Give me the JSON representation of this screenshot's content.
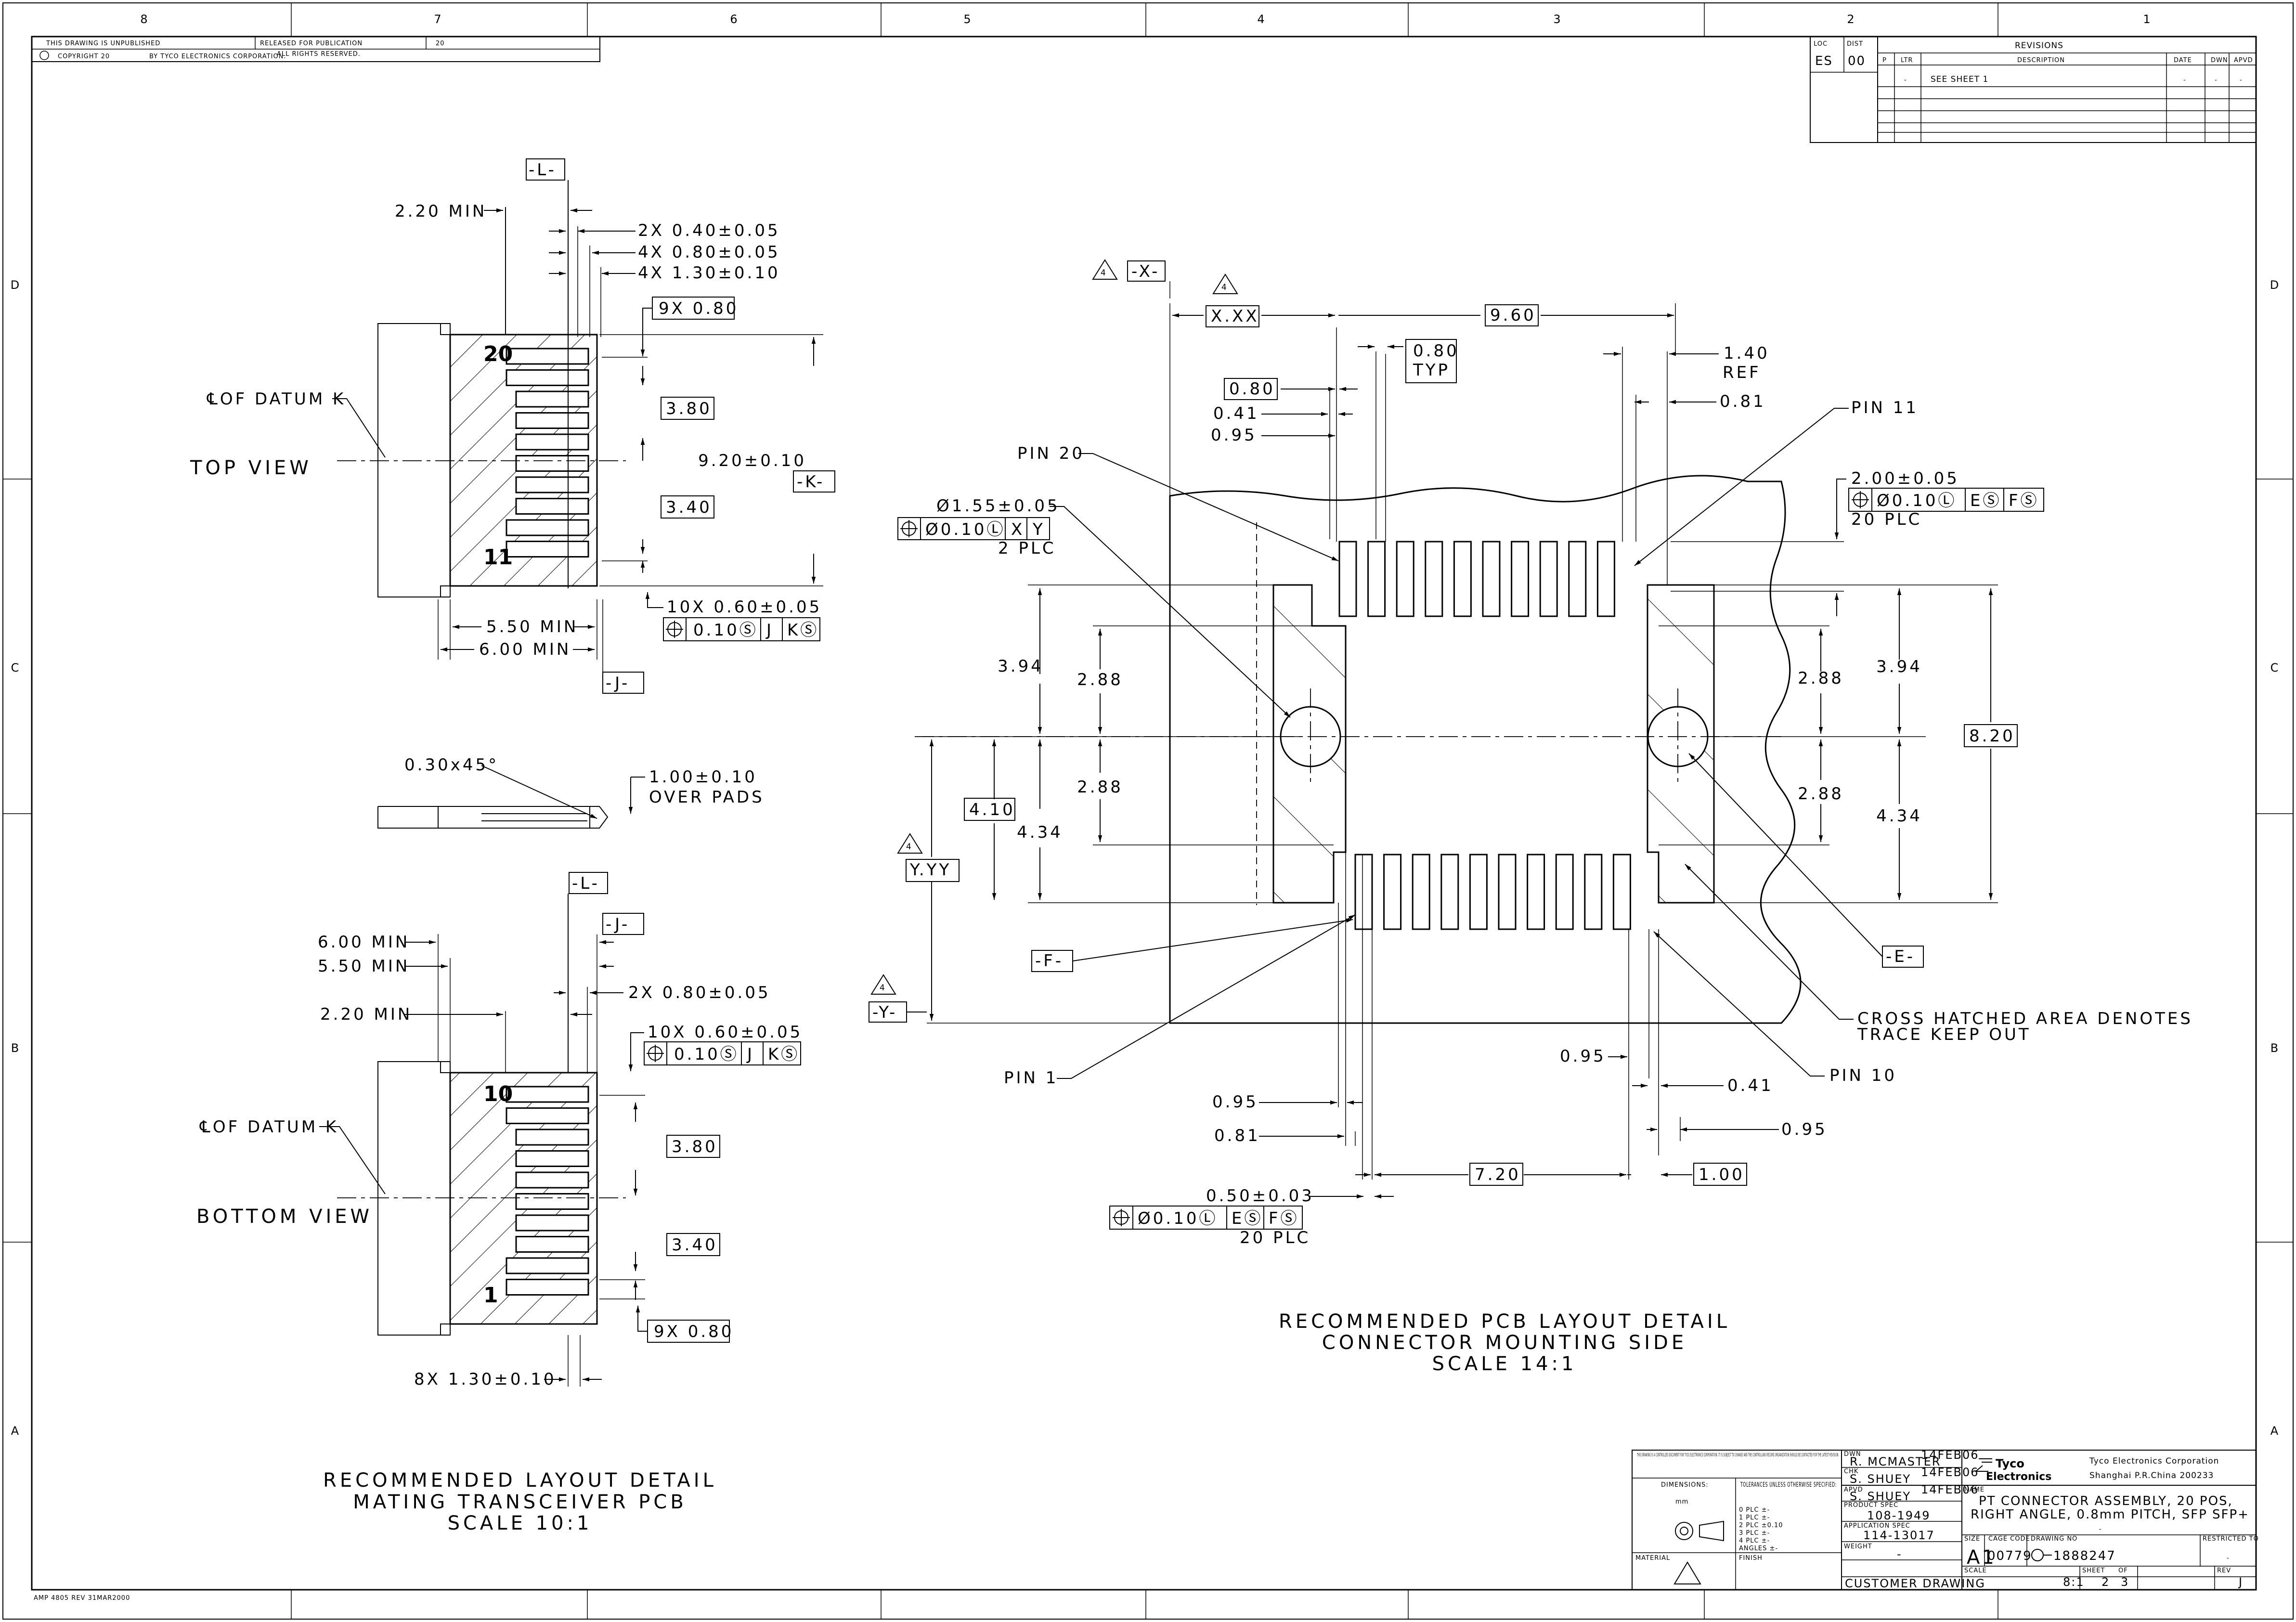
{
  "zone_columns": [
    "8",
    "7",
    "6",
    "5",
    "4",
    "3",
    "2",
    "1"
  ],
  "zone_rows": [
    "D",
    "C",
    "B",
    "A"
  ],
  "header": {
    "unpublished": "THIS DRAWING IS UNPUBLISHED",
    "released": "RELEASED FOR PUBLICATION",
    "released_year": "20",
    "copyright": "COPYRIGHT 20",
    "copyright_owner": "BY TYCO ELECTRONICS CORPORATION.",
    "rights": "ALL RIGHTS RESERVED."
  },
  "revisions": {
    "loc_label": "LOC",
    "loc_value": "ES",
    "dist_label": "DIST",
    "dist_value": "00",
    "title": "REVISIONS",
    "col_p": "P",
    "col_ltr": "LTR",
    "col_desc": "DESCRIPTION",
    "col_date": "DATE",
    "col_dwn": "DWN",
    "col_apvd": "APVD",
    "row1_ltr": "-",
    "row1_desc": "SEE SHEET 1",
    "row1_date": "-",
    "row1_dwn": "-",
    "row1_apvd": "-"
  },
  "top_view": {
    "title": "TOP VIEW",
    "datum_note": "℄OF DATUM K",
    "datum_l": "-L-",
    "datum_k": "-K-",
    "datum_j": "-J-",
    "dim_220": "2.20 MIN",
    "dim_040": "2X 0.40±0.05",
    "dim_080": "4X 0.80±0.05",
    "dim_130": "4X 1.30±0.10",
    "dim_9x": "9X 0.80",
    "dim_380": "3.80",
    "dim_340": "3.40",
    "dim_920": "9.20±0.10",
    "dim_10x": "10X 0.60±0.05",
    "fcf_tol": "0.10Ⓢ",
    "fcf_j": "J",
    "fcf_k": "KⓈ",
    "dim_550": "5.50 MIN",
    "dim_600": "6.00 MIN",
    "pin_top": "20",
    "pin_bottom": "11"
  },
  "side_view": {
    "chamfer": "0.30x45°",
    "pads": "1.00±0.10",
    "pads2": "OVER PADS"
  },
  "bottom_view": {
    "title": "BOTTOM VIEW",
    "datum_note": "℄OF DATUM K",
    "datum_l": "-L-",
    "datum_j": "-J-",
    "dim_600": "6.00 MIN",
    "dim_550": "5.50 MIN",
    "dim_220": "2.20 MIN",
    "dim_2x": "2X 0.80±0.05",
    "dim_10x": "10X 0.60±0.05",
    "fcf_tol": "0.10Ⓢ",
    "fcf_j": "J",
    "fcf_k": "KⓈ",
    "dim_380": "3.80",
    "dim_340": "3.40",
    "dim_9x": "9X 0.80",
    "dim_8x": "8X 1.30±0.10",
    "pin_top": "10",
    "pin_bottom": "1"
  },
  "left_caption": {
    "line1": "RECOMMENDED LAYOUT DETAIL",
    "line2": "MATING TRANSCEIVER PCB",
    "line3": "SCALE 10:1"
  },
  "pcb_layout": {
    "flag": "4",
    "datum_x": "-X-",
    "xx": "X.XX",
    "dim_960": "9.60",
    "dim_080typ_a": "0.80",
    "dim_080typ_b": "TYP",
    "dim_080": "0.80",
    "dim_041": "0.41",
    "dim_095": "0.95",
    "dim_140a": "1.40",
    "dim_140b": "REF",
    "dim_081": "0.81",
    "pin20": "PIN 20",
    "pin11": "PIN 11",
    "pin1": "PIN 1",
    "pin10": "PIN 10",
    "hole": "Ø1.55±0.05",
    "hole_fcf": "Ø0.10Ⓛ",
    "hole_x": "X",
    "hole_y": "Y",
    "hole_plc": "2 PLC",
    "pad_w": "2.00±0.05",
    "pad_fcf": "Ø0.10Ⓛ",
    "pad_e": "EⓈ",
    "pad_f": "FⓈ",
    "pad_plc": "20 PLC",
    "dim_394L": "3.94",
    "dim_288La": "2.88",
    "dim_288Lb": "2.88",
    "dim_434L": "4.34",
    "dim_410": "4.10",
    "dim_394R": "3.94",
    "dim_288Ra": "2.88",
    "dim_288Rb": "2.88",
    "dim_434R": "4.34",
    "dim_820": "8.20",
    "yy": "Y.YY",
    "datum_f": "-F-",
    "datum_y": "-Y-",
    "datum_e": "-E-",
    "crosshatch1": "CROSS HATCHED AREA DENOTES",
    "crosshatch2": "TRACE KEEP OUT",
    "b_095a": "0.95",
    "b_041": "0.41",
    "b_095b": "0.95",
    "b_095c": "0.95",
    "b_081": "0.81",
    "b_720": "7.20",
    "b_100": "1.00",
    "b_050": "0.50±0.03",
    "b_fcf": "Ø0.10Ⓛ",
    "b_e": "EⓈ",
    "b_f": "FⓈ",
    "b_plc": "20 PLC"
  },
  "right_caption": {
    "line1": "RECOMMENDED PCB LAYOUT DETAIL",
    "line2": "CONNECTOR MOUNTING SIDE",
    "line3": "SCALE 14:1"
  },
  "title_block": {
    "notice": "THIS DRAWING IS A CONTROLLED DOCUMENT FOR TYCO ELECTRONICS CORPORATION. IT IS SUBJECT TO CHANGE AND THE CONTROLLING RECORD ORGANIZATION SHOULD BE CONTACTED FOR THE LATEST REVISION.",
    "dimensions": "DIMENSIONS:",
    "units": "mm",
    "tolerances": "TOLERANCES UNLESS OTHERWISE SPECIFIED:",
    "tol0": "0 PLC ±-",
    "tol1": "1 PLC ±-",
    "tol2": "2 PLC ±0.10",
    "tol3": "3 PLC ±-",
    "tol4": "4 PLC ±-",
    "tol_ang": "ANGLES ±-",
    "material": "MATERIAL",
    "finish": "FINISH",
    "dwn_label": "DWN",
    "dwn_name": "R. MCMASTER",
    "dwn_date": "14FEB06",
    "chk_label": "CHK",
    "chk_name": "S. SHUEY",
    "chk_date": "14FEB06",
    "apvd_label": "APVD",
    "apvd_name": "S. SHUEY",
    "apvd_date": "14FEB06",
    "prod_spec_label": "PRODUCT SPEC",
    "prod_spec": "108-1949",
    "app_spec_label": "APPLICATION SPEC",
    "app_spec": "114-13017",
    "weight_label": "WEIGHT",
    "weight": "-",
    "logo_line1": "Tyco",
    "logo_line2": "Electronics",
    "company": "Tyco Electronics Corporation",
    "location": "Shanghai P.R.China 200233",
    "name_label": "NAME",
    "name1": "PT CONNECTOR ASSEMBLY, 20 POS,",
    "name2": "RIGHT ANGLE, 0.8mm PITCH, SFP SFP+",
    "name3": "-",
    "size_label": "SIZE",
    "size": "A1",
    "cage_label": "CAGE CODE",
    "cage": "00779",
    "dwg_label": "DRAWING NO",
    "dwg": "1888247",
    "restricted_label": "RESTRICTED TO",
    "restricted": "-",
    "customer": "CUSTOMER DRAWING",
    "scale_label": "SCALE",
    "scale": "8:1",
    "sheet_label": "SHEET",
    "sheet": "2",
    "of_label": "OF",
    "of": "3",
    "rev_label": "REV",
    "rev": "J",
    "amp_note": "AMP 4805 REV 31MAR2000"
  }
}
